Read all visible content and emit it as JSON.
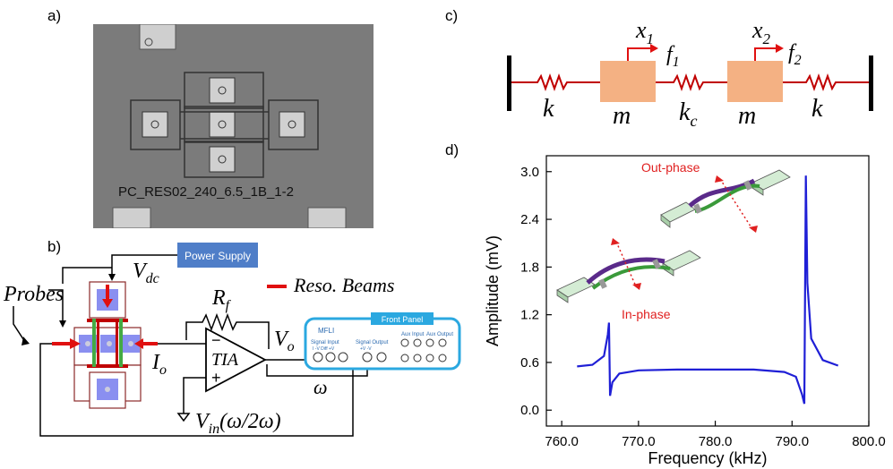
{
  "panels": {
    "a": "a)",
    "b": "b)",
    "c": "c)",
    "d": "d)"
  },
  "panel_a": {
    "device_label": "PC_RES02_240_6.5_1B_1-2"
  },
  "panel_b": {
    "power_supply": "Power Supply",
    "vdc_main": "V",
    "vdc_sub": "dc",
    "probes": "Probes",
    "legend": "Reso. Beams",
    "rf_main": "R",
    "rf_sub": "f",
    "tia": "TIA",
    "minus": "−",
    "plus": "+",
    "vo_main": "V",
    "vo_sub": "o",
    "io_main": "I",
    "io_sub": "o",
    "omega": "ω",
    "vin_main": "V",
    "vin_sub": "in",
    "vin_arg": "(ω/2ω)",
    "mfli": "MFLI",
    "front_panel": "Front Panel",
    "signal_input": "Signal Input",
    "signal_input_sub": "I   -V  Diff   +V",
    "signal_output": "Signal Output",
    "signal_output_sub": "+V     -V",
    "aux_input": "Aux Input",
    "aux_output": "Aux Output"
  },
  "panel_c": {
    "k_left": "k",
    "k_right": "k",
    "m_left": "m",
    "m_right": "m",
    "kc_main": "k",
    "kc_sub": "c",
    "x1_main": "x",
    "x1_sub": "1",
    "x2_main": "x",
    "x2_sub": "2",
    "f1_main": "f",
    "f1_sub": "1",
    "f2_main": "f",
    "f2_sub": "2"
  },
  "chart_data": {
    "type": "line",
    "xlabel": "Frequency (kHz)",
    "ylabel": "Amplitude (mV)",
    "xlim": [
      758,
      800
    ],
    "ylim": [
      -0.2,
      3.2
    ],
    "xticks": [
      760.0,
      770.0,
      780.0,
      790.0,
      800.0
    ],
    "xtick_labels": [
      "760.0",
      "770.0",
      "780.0",
      "790.0",
      "800.0"
    ],
    "yticks": [
      0.0,
      0.6,
      1.2,
      1.8,
      2.4,
      3.0
    ],
    "ytick_labels": [
      "0.0",
      "0.6",
      "1.2",
      "1.8",
      "2.4",
      "3.0"
    ],
    "line_color": "#1f1fd6",
    "series": [
      {
        "x": [
          762.0,
          764.0,
          765.5,
          766.0,
          766.15,
          766.3,
          766.6,
          767.5,
          770.0,
          775.0,
          780.0,
          785.0,
          789.0,
          790.5,
          791.3,
          791.6,
          791.8,
          792.0,
          792.5,
          794.0,
          796.0
        ],
        "y": [
          0.55,
          0.57,
          0.68,
          0.95,
          1.1,
          0.18,
          0.35,
          0.46,
          0.5,
          0.51,
          0.51,
          0.51,
          0.48,
          0.42,
          0.2,
          0.08,
          2.95,
          1.6,
          0.9,
          0.63,
          0.56
        ]
      }
    ],
    "annotations": [
      {
        "text": "Out-phase",
        "color": "#e02020"
      },
      {
        "text": "In-phase",
        "color": "#e02020"
      }
    ]
  }
}
